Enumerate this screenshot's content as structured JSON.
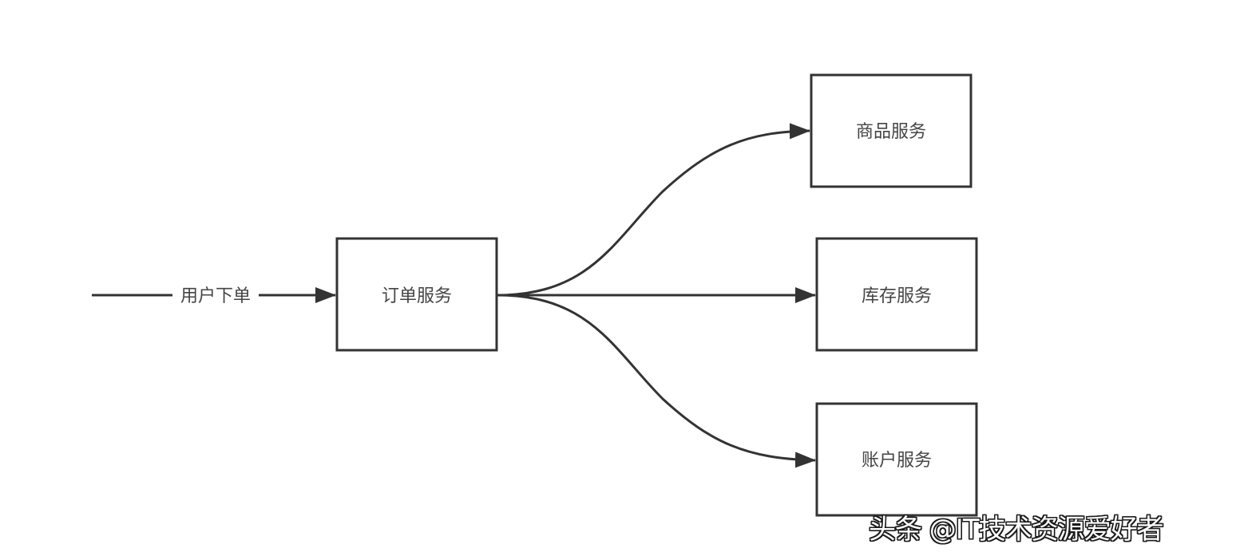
{
  "diagram": {
    "entry_label": "用户下单",
    "nodes": {
      "order": "订单服务",
      "product": "商品服务",
      "inventory": "库存服务",
      "account": "账户服务"
    }
  },
  "watermark": "头条 @IT技术资源爱好者",
  "colors": {
    "stroke": "#333333",
    "label_text": "#444444",
    "background": "#ffffff"
  }
}
